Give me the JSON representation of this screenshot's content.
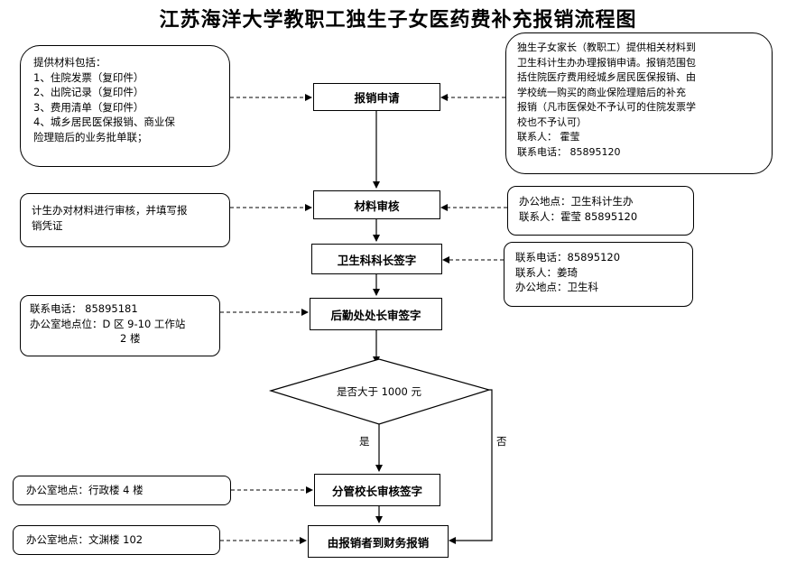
{
  "title": "江苏海洋大学教职工独生子女医药费补充报销流程图",
  "steps": {
    "apply": "报销申请",
    "review": "材料审核",
    "health_chief": "卫生科科长签字",
    "logistics_chief": "后勤处处长审签字",
    "decision": "是否大于 1000 元",
    "vp_sign": "分管校长审核签字",
    "finance": "由报销者到财务报销"
  },
  "branch_labels": {
    "yes": "是",
    "no": "否"
  },
  "notes": {
    "materials": [
      "提供材料包括：",
      "1、住院发票（复印件）",
      "2、出院记录（复印件）",
      "3、费用清单（复印件）",
      "4、城乡居民医保报销、商业保",
      "险理赔后的业务批单联；"
    ],
    "apply_info": [
      "独生子女家长（教职工）提供相关材料到",
      "卫生科计生办办理报销申请。报销范围包",
      "括住院医疗费用经城乡居民医保报销、由",
      "学校统一购买的商业保险理赔后的补充",
      "报销（凡市医保处不予认可的住院发票学",
      "校也不予认可）",
      "联系人：   霍莹",
      "联系电话：  85895120"
    ],
    "review_left": [
      "计生办对材料进行审核，并填写报",
      "销凭证"
    ],
    "review_right": [
      "办公地点：卫生科计生办",
      "联系人：霍莹    85895120"
    ],
    "health_right": [
      "联系电话：85895120",
      "联系人：姜琦",
      "办公地点：卫生科"
    ],
    "logistics_left": [
      "联系电话：  85895181",
      "办公室地点位：D 区 9-10 工作站",
      "2 楼"
    ],
    "vp_left": [
      "办公室地点：行政楼 4 楼"
    ],
    "finance_left": [
      "办公室地点：文渊楼 102"
    ]
  }
}
